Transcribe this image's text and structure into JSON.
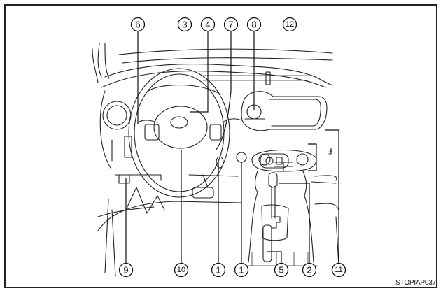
{
  "figure_code": "STOPIAP037",
  "callouts": {
    "top": [
      "6",
      "3",
      "4",
      "7",
      "8",
      "12"
    ],
    "bottom": [
      "9",
      "10",
      "1",
      "1",
      "5",
      "2",
      "11"
    ]
  },
  "colors": {
    "line": "#222222",
    "background": "#ffffff"
  }
}
